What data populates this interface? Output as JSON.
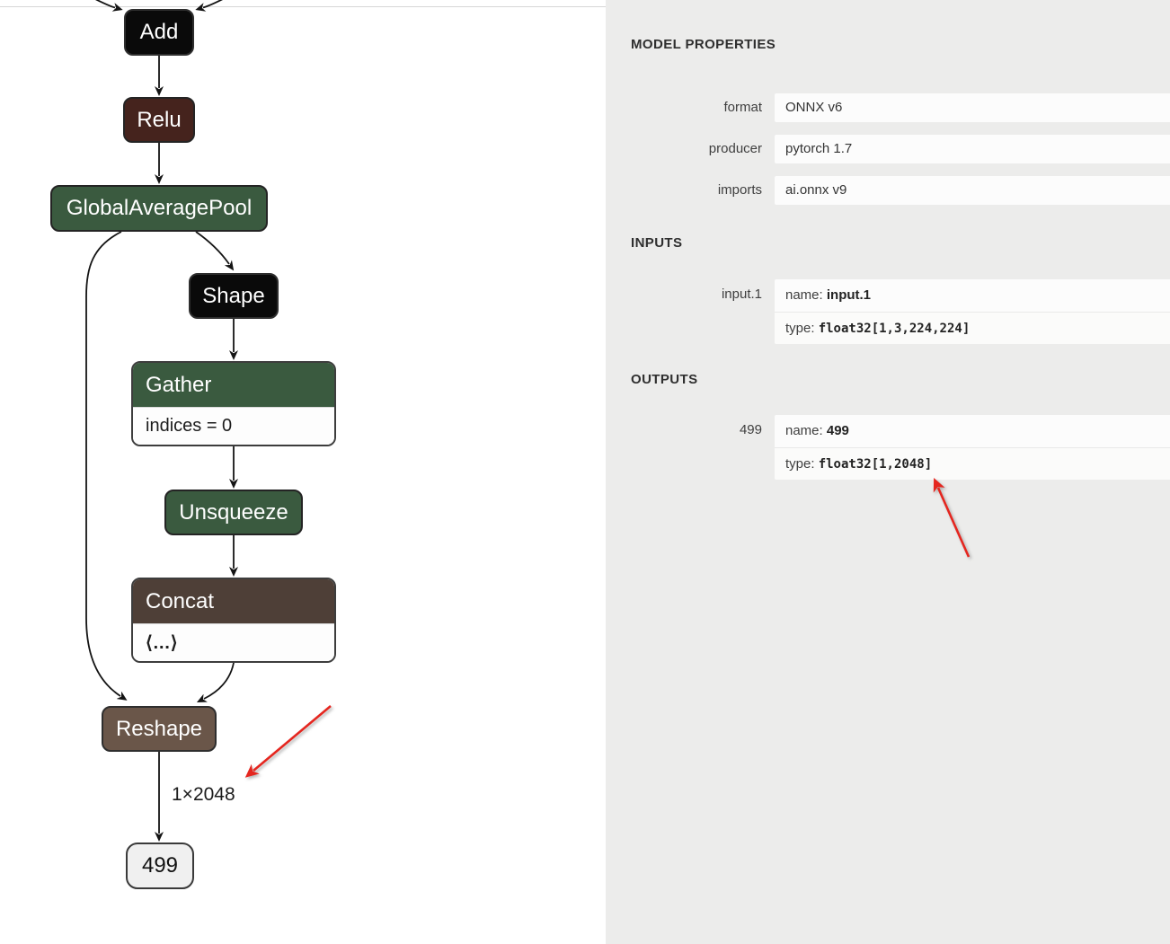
{
  "graph": {
    "nodes": {
      "add": {
        "label": "Add"
      },
      "relu": {
        "label": "Relu"
      },
      "gap": {
        "label": "GlobalAveragePool"
      },
      "shape": {
        "label": "Shape"
      },
      "gather": {
        "label": "Gather",
        "attr": "indices = 0"
      },
      "unsqueeze": {
        "label": "Unsqueeze"
      },
      "concat": {
        "label": "Concat",
        "attr": "⟨…⟩"
      },
      "reshape": {
        "label": "Reshape"
      },
      "output": {
        "label": "499"
      }
    },
    "edge_label": "1×2048"
  },
  "panel": {
    "title": "MODEL PROPERTIES",
    "name_prefix": "name: ",
    "type_prefix": "type: ",
    "properties": [
      {
        "label": "format",
        "value": "ONNX v6"
      },
      {
        "label": "producer",
        "value": "pytorch 1.7"
      },
      {
        "label": "imports",
        "value": "ai.onnx v9"
      }
    ],
    "inputs_title": "INPUTS",
    "inputs": [
      {
        "label": "input.1",
        "name": "input.1",
        "type": "float32[1,3,224,224]"
      }
    ],
    "outputs_title": "OUTPUTS",
    "outputs": [
      {
        "label": "499",
        "name": "499",
        "type": "float32[1,2048]"
      }
    ]
  },
  "colors": {
    "node_black": "#0a0a0a",
    "node_maroon": "#45231d",
    "node_green": "#3a5a3f",
    "node_brown": "#4e3f37",
    "node_taupe": "#6a5649",
    "output_fill": "#f0f0f0",
    "edge": "#141414",
    "annotation_red": "#e5261f",
    "panel_bg": "#ececeb",
    "box_bg": "#fcfcfc"
  }
}
